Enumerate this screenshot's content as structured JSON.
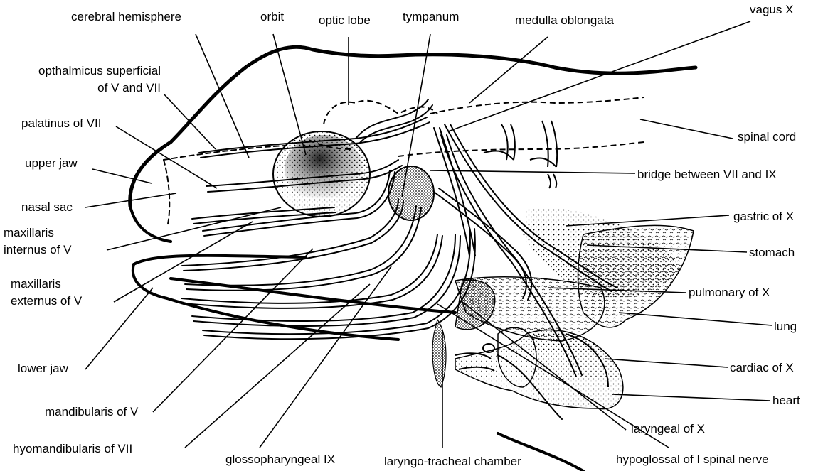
{
  "labels": {
    "cerebral_hemisphere": "cerebral hemisphere",
    "orbit": "orbit",
    "optic_lobe": "optic lobe",
    "tympanum": "tympanum",
    "medulla_oblongata": "medulla oblongata",
    "vagus": "vagus X",
    "opthalmicus_1": "opthalmicus superficial",
    "opthalmicus_2": "of V and VII",
    "palatinus": "palatinus of VII",
    "spinal_cord": "spinal cord",
    "upper_jaw": "upper jaw",
    "bridge": "bridge between VII and IX",
    "nasal_sac": "nasal sac",
    "gastric": "gastric of X",
    "maxillaris_internus_1": "maxillaris",
    "maxillaris_internus_2": "internus of V",
    "stomach": "stomach",
    "maxillaris_externus_1": "maxillaris",
    "maxillaris_externus_2": "externus of V",
    "pulmonary": "pulmonary of X",
    "lung": "lung",
    "lower_jaw": "lower jaw",
    "cardiac": "cardiac of X",
    "heart": "heart",
    "mandibularis": "mandibularis of V",
    "laryngeal": "laryngeal of X",
    "hyomandibularis": "hyomandibularis of VII",
    "glossopharyngeal": "glossopharyngeal IX",
    "laryngo_tracheal": "laryngo-tracheal chamber",
    "hypoglossal": "hypoglossal of I spinal nerve"
  },
  "colors": {
    "ink": "#000000",
    "stipple": "#000000",
    "background": "#ffffff"
  }
}
